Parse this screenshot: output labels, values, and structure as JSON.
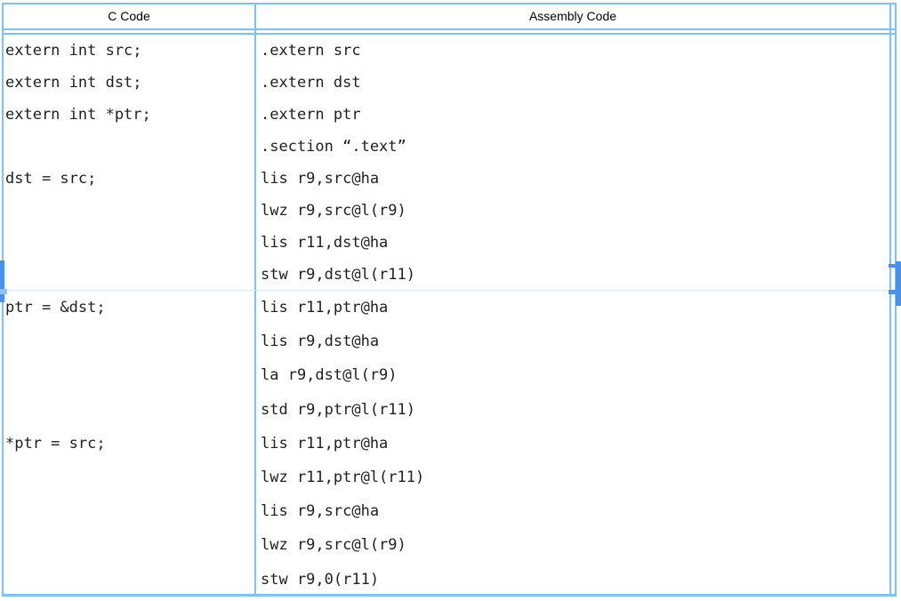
{
  "table": {
    "headers": {
      "c": "C Code",
      "asm": "Assembly Code"
    },
    "rows": [
      {
        "c": [
          "extern int src;",
          "extern int dst;",
          "extern int *ptr;",
          "",
          "dst = src;",
          "",
          "",
          ""
        ],
        "asm": [
          ".extern src",
          ".extern dst",
          ".extern ptr",
          ".section “.text”",
          "lis r9,src@ha",
          "lwz r9,src@l(r9)",
          "lis r11,dst@ha",
          "stw r9,dst@l(r11)"
        ]
      },
      {
        "c": [
          "ptr = &dst;",
          "",
          "",
          "",
          "*ptr = src;",
          "",
          "",
          "",
          ""
        ],
        "asm": [
          "lis r11,ptr@ha",
          "lis r9,dst@ha",
          "la r9,dst@l(r9)",
          "std r9,ptr@l(r11)",
          "lis r11,ptr@ha",
          "lwz r11,ptr@l(r11)",
          "lis r9,src@ha",
          "lwz r9,src@l(r9)",
          "stw r9,0(r11)"
        ]
      }
    ]
  },
  "colors": {
    "table_border": "#7cc3f5",
    "row_divider_faint": "#d9eafa",
    "selection_accent": "#4a90e8",
    "code_text": "#1f1f1f",
    "header_text": "#000000"
  }
}
